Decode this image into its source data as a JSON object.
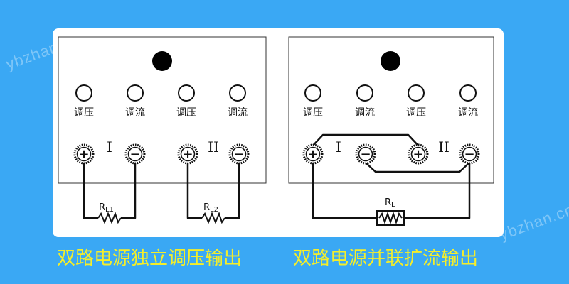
{
  "watermark": "ybzhan.cn",
  "left_panel": {
    "knob_labels": [
      "调压",
      "调流",
      "调压",
      "调流"
    ],
    "channel_1": "I",
    "channel_2": "II",
    "plus": "+",
    "minus": "−",
    "resistor_1": "R",
    "resistor_1_sub": "L1",
    "resistor_2": "R",
    "resistor_2_sub": "L2"
  },
  "right_panel": {
    "knob_labels": [
      "调压",
      "调流",
      "调压",
      "调流"
    ],
    "channel_1": "I",
    "channel_2": "II",
    "plus": "+",
    "minus": "−",
    "resistor": "R",
    "resistor_sub": "L"
  },
  "captions": {
    "left": "双路电源独立调压输出",
    "right": "双路电源并联扩流输出"
  },
  "colors": {
    "background": "#3aa8f4",
    "caption": "#f4ee2a",
    "line": "#111111"
  }
}
